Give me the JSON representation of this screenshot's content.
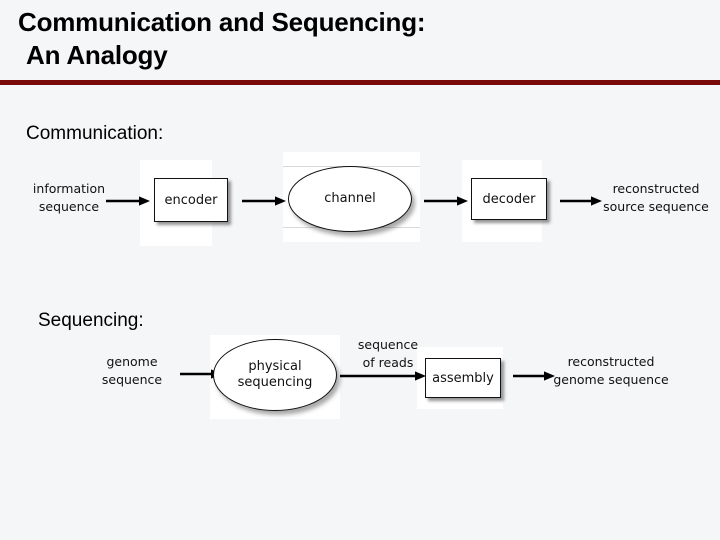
{
  "slide": {
    "title_line_1": "Communication and Sequencing:",
    "title_line_2": "An Analogy",
    "rule_color": "#7a0a0a",
    "background_color": "#f5f6f8",
    "ink_color": "#000000"
  },
  "sections": {
    "communication": {
      "label": "Communication:",
      "nodes": {
        "source": "information\nsequence",
        "source_line_1": "information",
        "source_line_2": "sequence",
        "encoder": "encoder",
        "channel": "channel",
        "decoder": "decoder",
        "sink_line_1": "reconstructed",
        "sink_line_2": "source sequence"
      },
      "edges": [
        {
          "from": "information sequence",
          "to": "encoder",
          "label": ""
        },
        {
          "from": "encoder",
          "to": "channel",
          "label": ""
        },
        {
          "from": "channel",
          "to": "decoder",
          "label": ""
        },
        {
          "from": "decoder",
          "to": "reconstructed source sequence",
          "label": ""
        }
      ]
    },
    "sequencing": {
      "label": "Sequencing:",
      "nodes": {
        "source_line_1": "genome",
        "source_line_2": "sequence",
        "process_line_1": "physical",
        "process_line_2": "sequencing",
        "assembly": "assembly",
        "sink_line_1": "reconstructed",
        "sink_line_2": "genome sequence"
      },
      "edges": [
        {
          "from": "genome sequence",
          "to": "physical sequencing",
          "label": ""
        },
        {
          "from": "physical sequencing",
          "to": "assembly",
          "label_line_1": "sequence",
          "label_line_2": "of reads"
        },
        {
          "from": "assembly",
          "to": "reconstructed genome sequence",
          "label": ""
        }
      ],
      "edge_label_line_1": "sequence",
      "edge_label_line_2": "of reads"
    }
  }
}
